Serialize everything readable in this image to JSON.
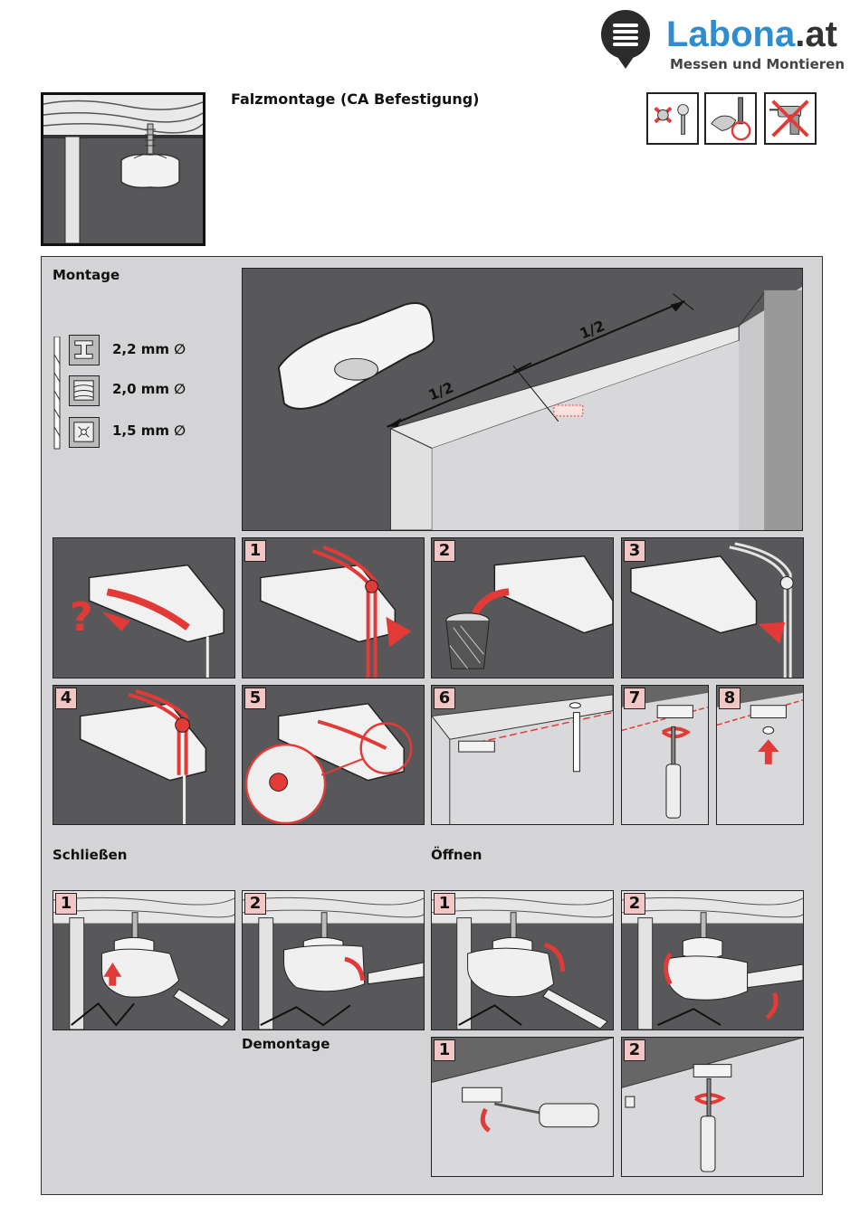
{
  "brand": {
    "name": "Labona",
    "tld": ".at",
    "tagline": "Messen und Montieren"
  },
  "title": "Falzmontage (CA Befestigung)",
  "sections": {
    "montage": "Montage",
    "schliessen": "Schließen",
    "oeffnen": "Öffnen",
    "demontage": "Demontage"
  },
  "drill_sizes": [
    {
      "material": "steel",
      "icon": "steel-beam-icon",
      "label": "2,2 mm ∅"
    },
    {
      "material": "wood",
      "icon": "wood-icon",
      "label": "2,0 mm ∅"
    },
    {
      "material": "plastic",
      "icon": "plastic-icon",
      "label": "1,5 mm ∅"
    }
  ],
  "dimension_labels": {
    "half_left": "1/2",
    "half_right": "1/2"
  },
  "question_mark": "?",
  "montage_steps": [
    "1",
    "2",
    "3",
    "4",
    "5",
    "6",
    "7",
    "8"
  ],
  "schliessen_steps": [
    "1",
    "2"
  ],
  "oeffnen_steps": [
    "1",
    "2"
  ],
  "demontage_steps": [
    "1",
    "2"
  ],
  "colors": {
    "accent_red": "#e23a36",
    "brand_blue": "#2e8ccf",
    "panel_dark": "#58585a",
    "frame_bg": "#d4d4d6",
    "step_badge": "#f3c6c6"
  }
}
